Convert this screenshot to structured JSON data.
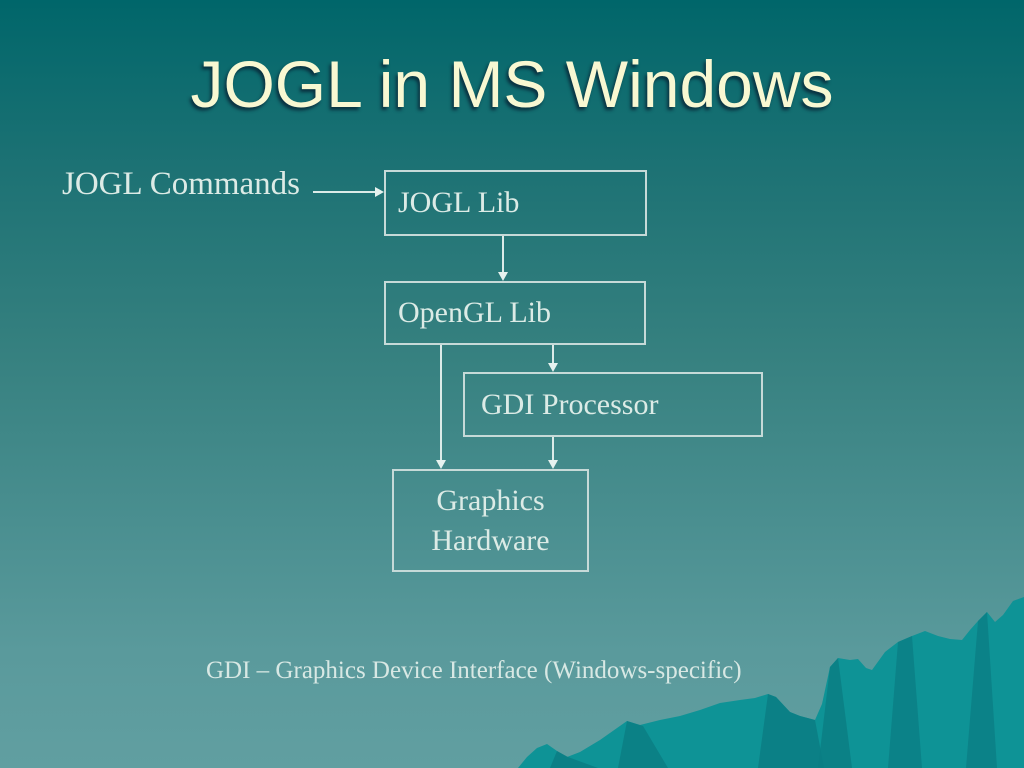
{
  "slide": {
    "title": "JOGL in MS Windows",
    "caption": "GDI – Graphics Device Interface (Windows-specific)"
  },
  "diagram": {
    "commands_label": "JOGL Commands",
    "boxes": [
      {
        "id": "jogl-lib",
        "label": "JOGL Lib"
      },
      {
        "id": "opengl-lib",
        "label": "OpenGL Lib"
      },
      {
        "id": "gdi-processor",
        "label": "GDI Processor"
      },
      {
        "id": "graphics-hardware",
        "lines": [
          "Graphics",
          "Hardware"
        ]
      }
    ],
    "connections": [
      "JOGL Commands -> JOGL Lib",
      "JOGL Lib -> OpenGL Lib",
      "OpenGL Lib -> GDI Processor",
      "OpenGL Lib -> Graphics Hardware",
      "GDI Processor -> Graphics Hardware"
    ]
  },
  "colors": {
    "background_top": "#00666A",
    "background_bottom": "#619FA1",
    "title_text": "#F8F8D2",
    "title_shadow": "#081E30",
    "diagram_text": "#DCEBE6",
    "box_border": "#C6DAD8",
    "connector_line": "#DCEBE8",
    "mountain_fill": "#0E9396",
    "mountain_shadow": "#0B7E84"
  }
}
